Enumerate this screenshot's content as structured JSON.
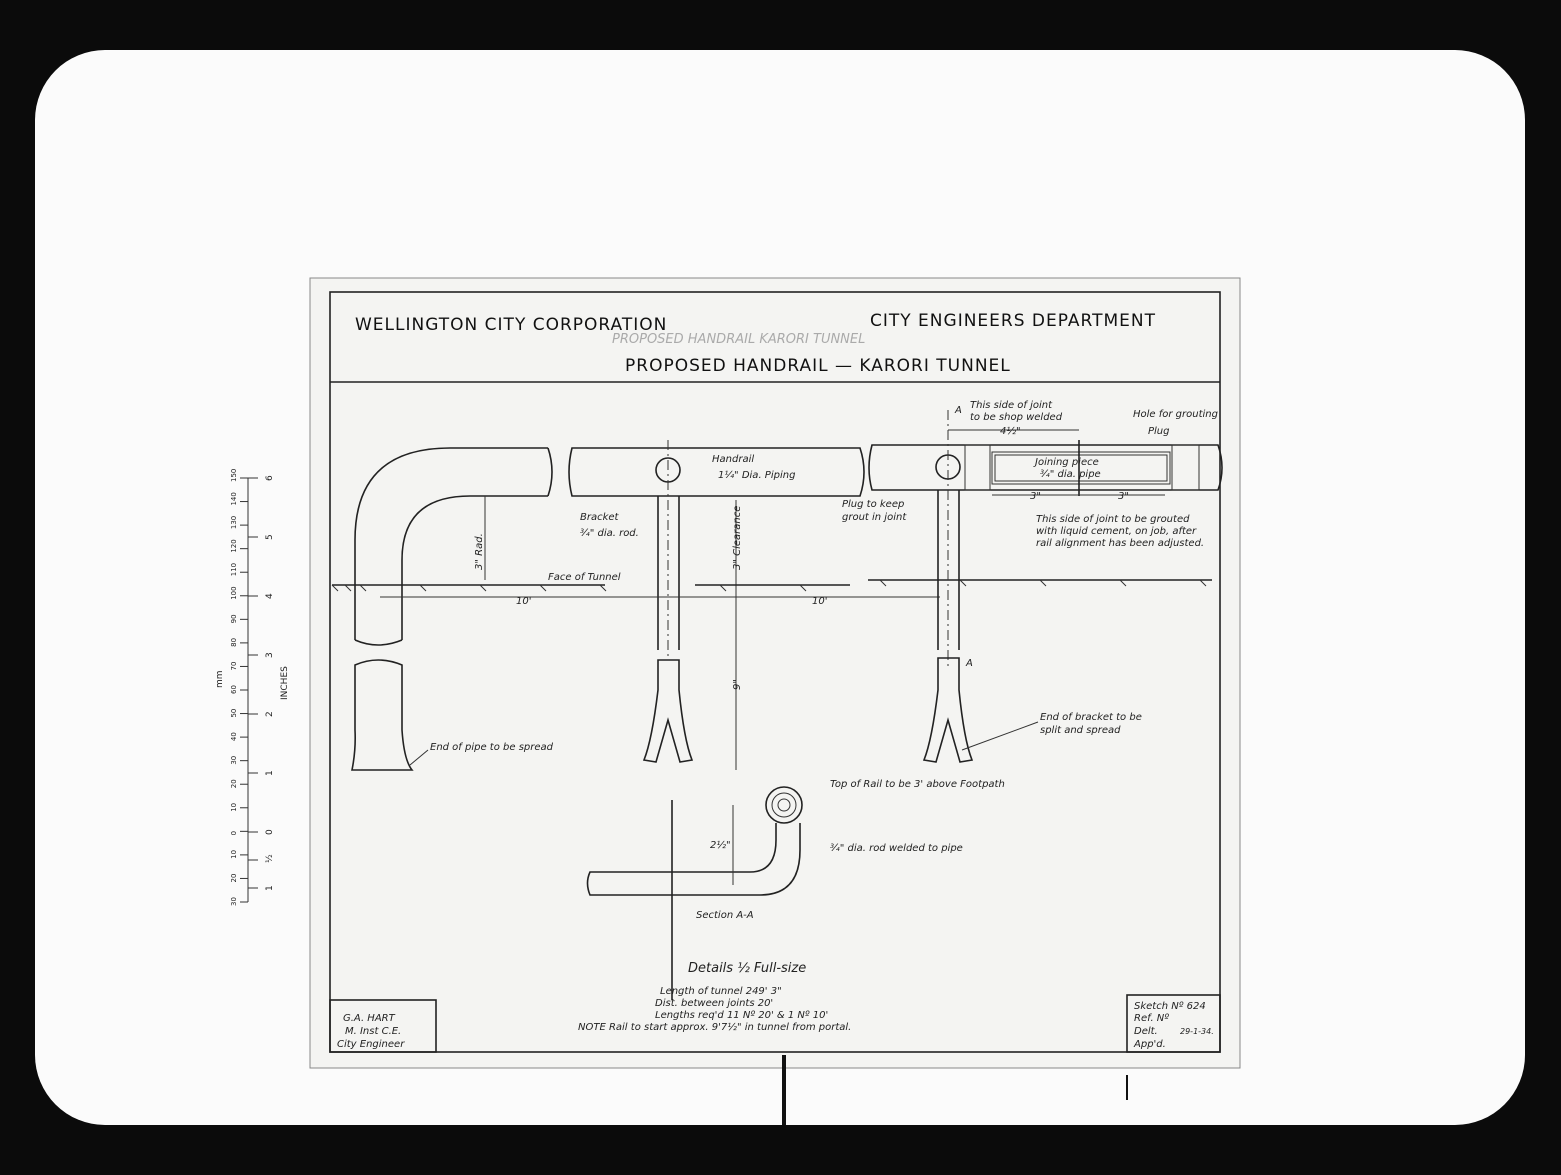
{
  "header": {
    "org": "WELLINGTON CITY CORPORATION",
    "dept": "CITY ENGINEERS DEPARTMENT",
    "title": "PROPOSED HANDRAIL — KARORI TUNNEL",
    "faint_title": "PROPOSED HANDRAIL KARORI TUNNEL"
  },
  "labels": {
    "handroil": "Handrail",
    "piping": "1¼\" Dia. Piping",
    "bracket": "Bracket",
    "bracket_rod": "¾\" dia. rod.",
    "radius": "3\" Rad.",
    "clearance": "3\" Clearance",
    "face": "Face of Tunnel",
    "dim_10a": "10'",
    "dim_10b": "10'",
    "dim_9": "9\"",
    "plug_keep": "Plug to keep",
    "grout_joint": "grout in joint",
    "section_a": "A",
    "shop_1": "This side of joint",
    "shop_2": "to be shop welded",
    "dim_4half": "4½\"",
    "hole": "Hole for grouting",
    "plug": "Plug",
    "joining_1": "Joining piece",
    "joining_2": "¾\" dia. pipe",
    "dim_3a": "3\"",
    "dim_3b": "3\"",
    "grouted_1": "This side of joint to be grouted",
    "grouted_2": "with liquid cement, on job, after",
    "grouted_3": "rail alignment has been adjusted.",
    "pipe_spread": "End of pipe to be spread",
    "bracket_spread_1": "End of bracket to be",
    "bracket_spread_2": "split and spread",
    "top_rail": "Top of Rail to be 3' above Footpath",
    "rod_welded": "¾\" dia. rod welded to pipe",
    "dim_2half": "2½\"",
    "section_aa": "Section A-A",
    "details": "Details ½ Full-size"
  },
  "notes": [
    "Length of tunnel 249' 3\"",
    "Dist. between joints 20'",
    "Lengths req'd 11 Nº 20' & 1 Nº 10'",
    "NOTE Rail to start approx. 9'7½\" in tunnel from portal."
  ],
  "engineer": [
    "G.A. HART",
    "M. Inst C.E.",
    "City Engineer"
  ],
  "sketch": {
    "number": "Sketch Nº 624",
    "ref": "Ref. Nº",
    "delt": "Delt.",
    "date": "29-1-34.",
    "appd": "App'd."
  },
  "scale": {
    "mm_label": "mm",
    "inches_label": "INCHES",
    "mm_ticks": [
      "150",
      "140",
      "130",
      "120",
      "110",
      "100",
      "90",
      "80",
      "70",
      "60",
      "50",
      "40",
      "30",
      "20",
      "10",
      "0",
      "10",
      "20",
      "30"
    ],
    "inch_ticks": [
      "6",
      "5",
      "4",
      "3",
      "2",
      "1",
      "0",
      "½",
      "1"
    ]
  }
}
